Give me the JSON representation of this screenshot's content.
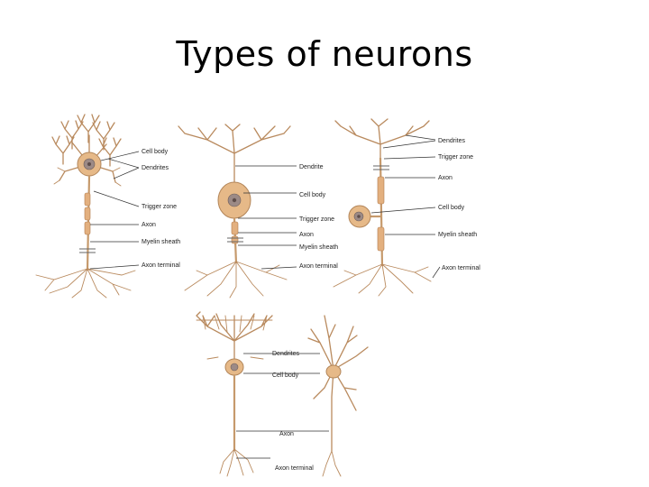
{
  "title": "Types of neurons",
  "panel1": {
    "labels": [
      "Cell body",
      "Dendrites",
      "Trigger zone",
      "Axon",
      "Myelin sheath",
      "Axon terminal"
    ]
  },
  "panel2": {
    "labels": [
      "Dendrite",
      "Cell body",
      "Trigger zone",
      "Axon",
      "Myelin sheath",
      "Axon terminal"
    ]
  },
  "panel3": {
    "labels": [
      "Dendrites",
      "Trigger zone",
      "Axon",
      "Cell body",
      "Myelin sheath",
      "Axon terminal"
    ]
  },
  "panel4": {
    "labels": [
      "Dendrites",
      "Cell body",
      "Axon",
      "Axon terminal"
    ]
  },
  "colors": {
    "neuron": "#e6b988",
    "nucleus": "#9c8a86",
    "dendrite": "#b98a5e"
  }
}
